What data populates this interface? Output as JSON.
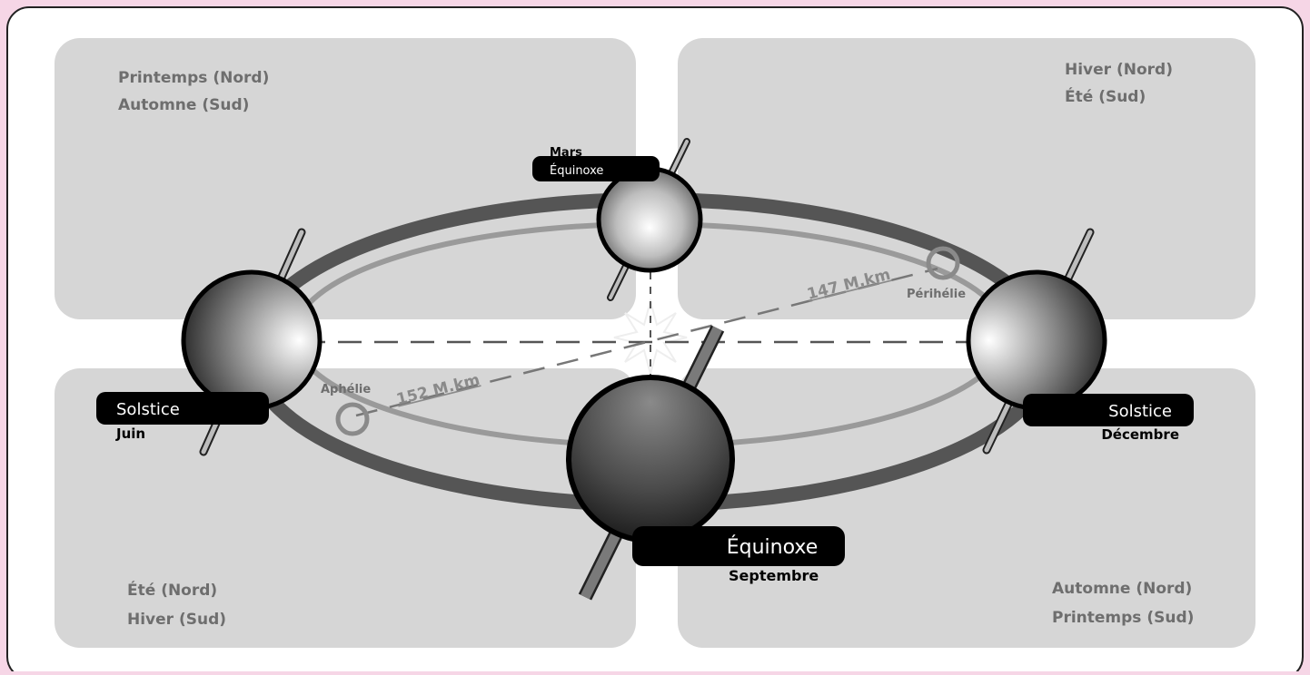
{
  "quadrants": {
    "top_left": {
      "line1": "Printemps (Nord)",
      "line2": "Automne (Sud)"
    },
    "top_right": {
      "line1": "Hiver (Nord)",
      "line2": "Été (Sud)"
    },
    "bottom_left": {
      "line1": "Été (Nord)",
      "line2": "Hiver (Sud)"
    },
    "bottom_right": {
      "line1": "Automne (Nord)",
      "line2": "Printemps (Sud)"
    }
  },
  "positions": {
    "march": {
      "month": "Mars",
      "event": "Équinoxe"
    },
    "june": {
      "event": "Solstice",
      "month": "Juin"
    },
    "december": {
      "event": "Solstice",
      "month": "Décembre"
    },
    "september": {
      "event": "Équinoxe",
      "month": "Septembre"
    }
  },
  "orbit_points": {
    "aphelion": {
      "label": "Aphélie",
      "distance": "152 M.km"
    },
    "perihelion": {
      "label": "Périhélie",
      "distance": "147 M.km"
    }
  },
  "colors": {
    "page_border": "#f6d6e6",
    "panel": "#d6d6d6",
    "orbit_dark": "#555555",
    "orbit_light": "#9a9a9a",
    "label_bg": "#000000",
    "quadrant_text": "#6e6e6e"
  }
}
